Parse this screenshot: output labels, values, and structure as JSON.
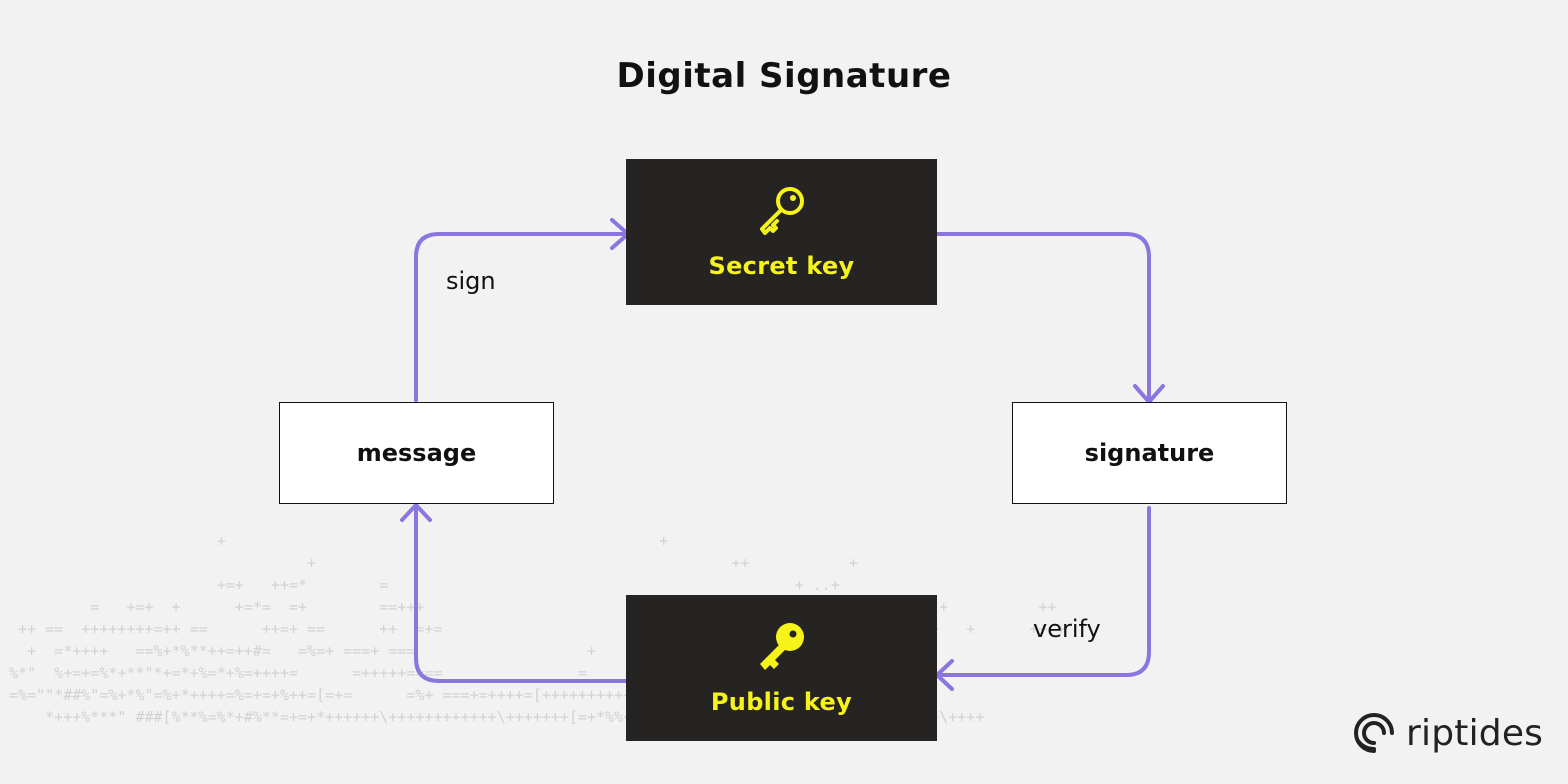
{
  "title": "Digital Signature",
  "nodes": {
    "secret_key": "Secret key",
    "public_key": "Public key",
    "message": "message",
    "signature": "signature"
  },
  "edges": {
    "sign": "sign",
    "verify": "verify"
  },
  "brand": {
    "name": "riptides"
  },
  "colors": {
    "background": "#f2f2f2",
    "dark_box": "#252423",
    "key_yellow": "#f6f31b",
    "arrow": "#8b75e0"
  },
  "icons": {
    "secret_key": "key-outline-icon",
    "public_key": "key-filled-icon",
    "brand": "riptides-logo-icon"
  },
  "background_pattern": [
    "                        +                                                +                                               ",
    "                                  +                                              ++           +                          ",
    "                        +=+   ++=*        =                                             + ..+                            ",
    "          =   +=+  +      +=*=  =+        ==+++                                         +               +          ++    ",
    "  ++ ==  ++++++++=++ ==      ++=+ ==      ++  =+=                          +   +*+             ++  === +   +      ++ +  ",
    "   +  =*++++   ==%+*%**++=++#=   =%=+ ===+ ===                   +    =    =%=++=+=+=+=++=+=     +++==               ",
    " %*\"  %+=+=%*+**\"*+=*+%=*+%=++++=      =+++++====               =     =*+++++++++=+=+++++=+*+=++=+               ",
    " =%=\"\"*##%\"=%+*%\"=%+*++++=%=+=+%++=[=+=      =%+ ===+=++++=[++++++++++++%**\"#%**=**%+%+%%%          =+            ",
    "     *+++%***\" ###[%**%=%*+#%**=+=+*++++++\\++++++++++++\\+++++++[=+*%%+***\"%\"*#\"\"*#\"**%#%*+%=           +\\++++   "
  ]
}
